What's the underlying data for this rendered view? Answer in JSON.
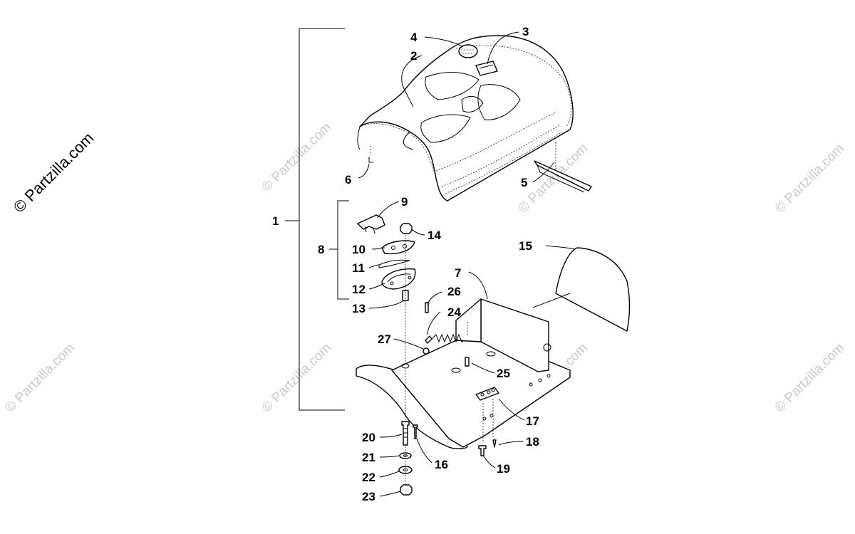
{
  "watermark": {
    "main_text": "© Partzilla.com",
    "repeat_text": "© Partzilla.com"
  },
  "callouts": [
    {
      "id": "1",
      "label": "1"
    },
    {
      "id": "2",
      "label": "2"
    },
    {
      "id": "3",
      "label": "3"
    },
    {
      "id": "4",
      "label": "4"
    },
    {
      "id": "5",
      "label": "5"
    },
    {
      "id": "6",
      "label": "6"
    },
    {
      "id": "7",
      "label": "7"
    },
    {
      "id": "8",
      "label": "8"
    },
    {
      "id": "9",
      "label": "9"
    },
    {
      "id": "10",
      "label": "10"
    },
    {
      "id": "11",
      "label": "11"
    },
    {
      "id": "12",
      "label": "12"
    },
    {
      "id": "13",
      "label": "13"
    },
    {
      "id": "14",
      "label": "14"
    },
    {
      "id": "15",
      "label": "15"
    },
    {
      "id": "16",
      "label": "16"
    },
    {
      "id": "17",
      "label": "17"
    },
    {
      "id": "18",
      "label": "18"
    },
    {
      "id": "19",
      "label": "19"
    },
    {
      "id": "20",
      "label": "20"
    },
    {
      "id": "21",
      "label": "21"
    },
    {
      "id": "22",
      "label": "22"
    },
    {
      "id": "23",
      "label": "23"
    },
    {
      "id": "24",
      "label": "24"
    },
    {
      "id": "25",
      "label": "25"
    },
    {
      "id": "26",
      "label": "26"
    },
    {
      "id": "27",
      "label": "27"
    }
  ]
}
